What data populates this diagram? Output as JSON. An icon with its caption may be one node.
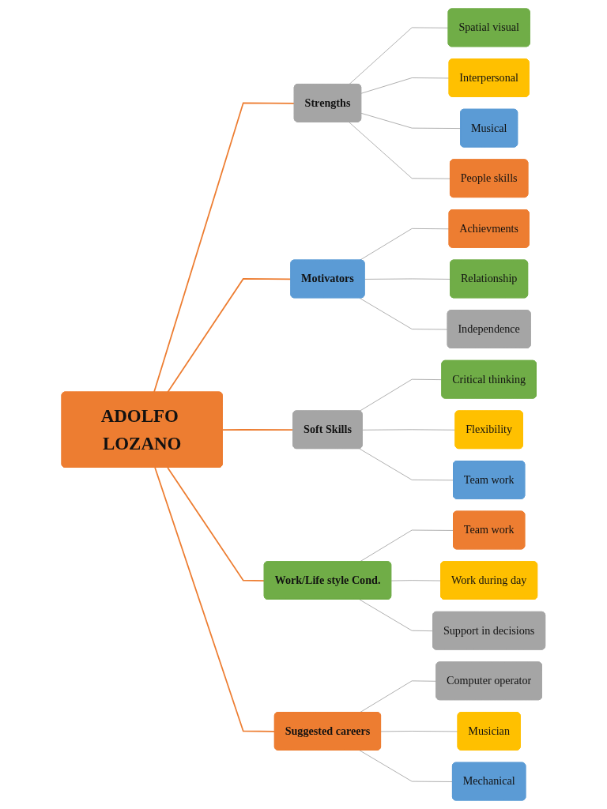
{
  "diagram": {
    "nodes": [
      {
        "text": [
          "ADOLFO LOZANO"
        ]
      },
      {
        "text": [
          "Strengths"
        ]
      },
      {
        "text": [
          "Spatial visual"
        ]
      },
      {
        "text": [
          "Interpersonal"
        ]
      },
      {
        "text": [
          "Musical"
        ]
      },
      {
        "text": [
          "People skills"
        ]
      },
      {
        "text": [
          "Motivators"
        ]
      },
      {
        "text": [
          "Achievments"
        ]
      },
      {
        "text": [
          "Relationship"
        ]
      },
      {
        "text": [
          "Independence"
        ]
      },
      {
        "text": [
          "Soft Skills"
        ]
      },
      {
        "text": [
          "Critical thinking"
        ]
      },
      {
        "text": [
          "Flexibility"
        ]
      },
      {
        "text": [
          "Team work"
        ]
      },
      {
        "text": [
          "Work/Life style Cond."
        ]
      },
      {
        "text": [
          "Team work"
        ]
      },
      {
        "text": [
          "Work during day"
        ]
      },
      {
        "text": [
          "Support in decisions"
        ]
      },
      {
        "text": [
          "Suggested careers"
        ]
      },
      {
        "text": [
          "Computer operator"
        ]
      },
      {
        "text": [
          "Musician"
        ]
      },
      {
        "text": [
          "Mechanical"
        ]
      }
    ],
    "edges": [
      {
        "from": 0,
        "to": 1,
        "arrow": "none",
        "color": "#ed7d31"
      },
      {
        "from": 0,
        "to": 6,
        "arrow": "none",
        "color": "#ed7d31"
      },
      {
        "from": 0,
        "to": 10,
        "arrow": "none",
        "color": "#ed7d31"
      },
      {
        "from": 0,
        "to": 14,
        "arrow": "none",
        "color": "#ed7d31"
      },
      {
        "from": 0,
        "to": 18,
        "arrow": "none",
        "color": "#ed7d31"
      },
      {
        "from": 1,
        "to": 2,
        "arrow": "none"
      },
      {
        "from": 1,
        "to": 3,
        "arrow": "none"
      },
      {
        "from": 1,
        "to": 4,
        "arrow": "none"
      },
      {
        "from": 1,
        "to": 5,
        "arrow": "none"
      },
      {
        "from": 6,
        "to": 7,
        "arrow": "none"
      },
      {
        "from": 6,
        "to": 8,
        "arrow": "none"
      },
      {
        "from": 6,
        "to": 9,
        "arrow": "none"
      },
      {
        "from": 10,
        "to": 11,
        "arrow": "none"
      },
      {
        "from": 10,
        "to": 12,
        "arrow": "none"
      },
      {
        "from": 10,
        "to": 13,
        "arrow": "none"
      },
      {
        "from": 14,
        "to": 15,
        "arrow": "none"
      },
      {
        "from": 14,
        "to": 16,
        "arrow": "none"
      },
      {
        "from": 14,
        "to": 17,
        "arrow": "none"
      },
      {
        "from": 18,
        "to": 19,
        "arrow": "none"
      },
      {
        "from": 18,
        "to": 20,
        "arrow": "none"
      },
      {
        "from": 18,
        "to": 21,
        "arrow": "none"
      }
    ]
  }
}
